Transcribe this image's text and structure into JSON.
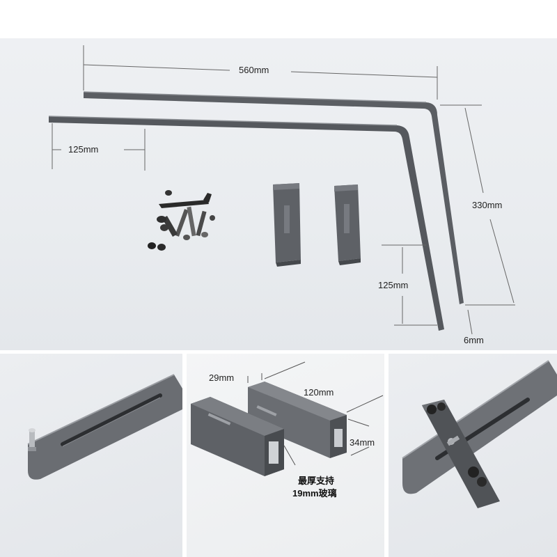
{
  "dimensions": {
    "length": "560mm",
    "slot_offset": "125mm",
    "height": "330mm",
    "bottom_slot": "125mm",
    "thickness": "6mm"
  },
  "block_dimensions": {
    "width": "29mm",
    "length": "120mm",
    "height": "34mm"
  },
  "glass_note": {
    "line1": "最厚支持",
    "line2": "19mm玻璃"
  },
  "colors": {
    "bracket": "#5b5e63",
    "bracket_highlight": "#8a8d92",
    "block": "#5e6166",
    "block_label": "#8c9096"
  }
}
